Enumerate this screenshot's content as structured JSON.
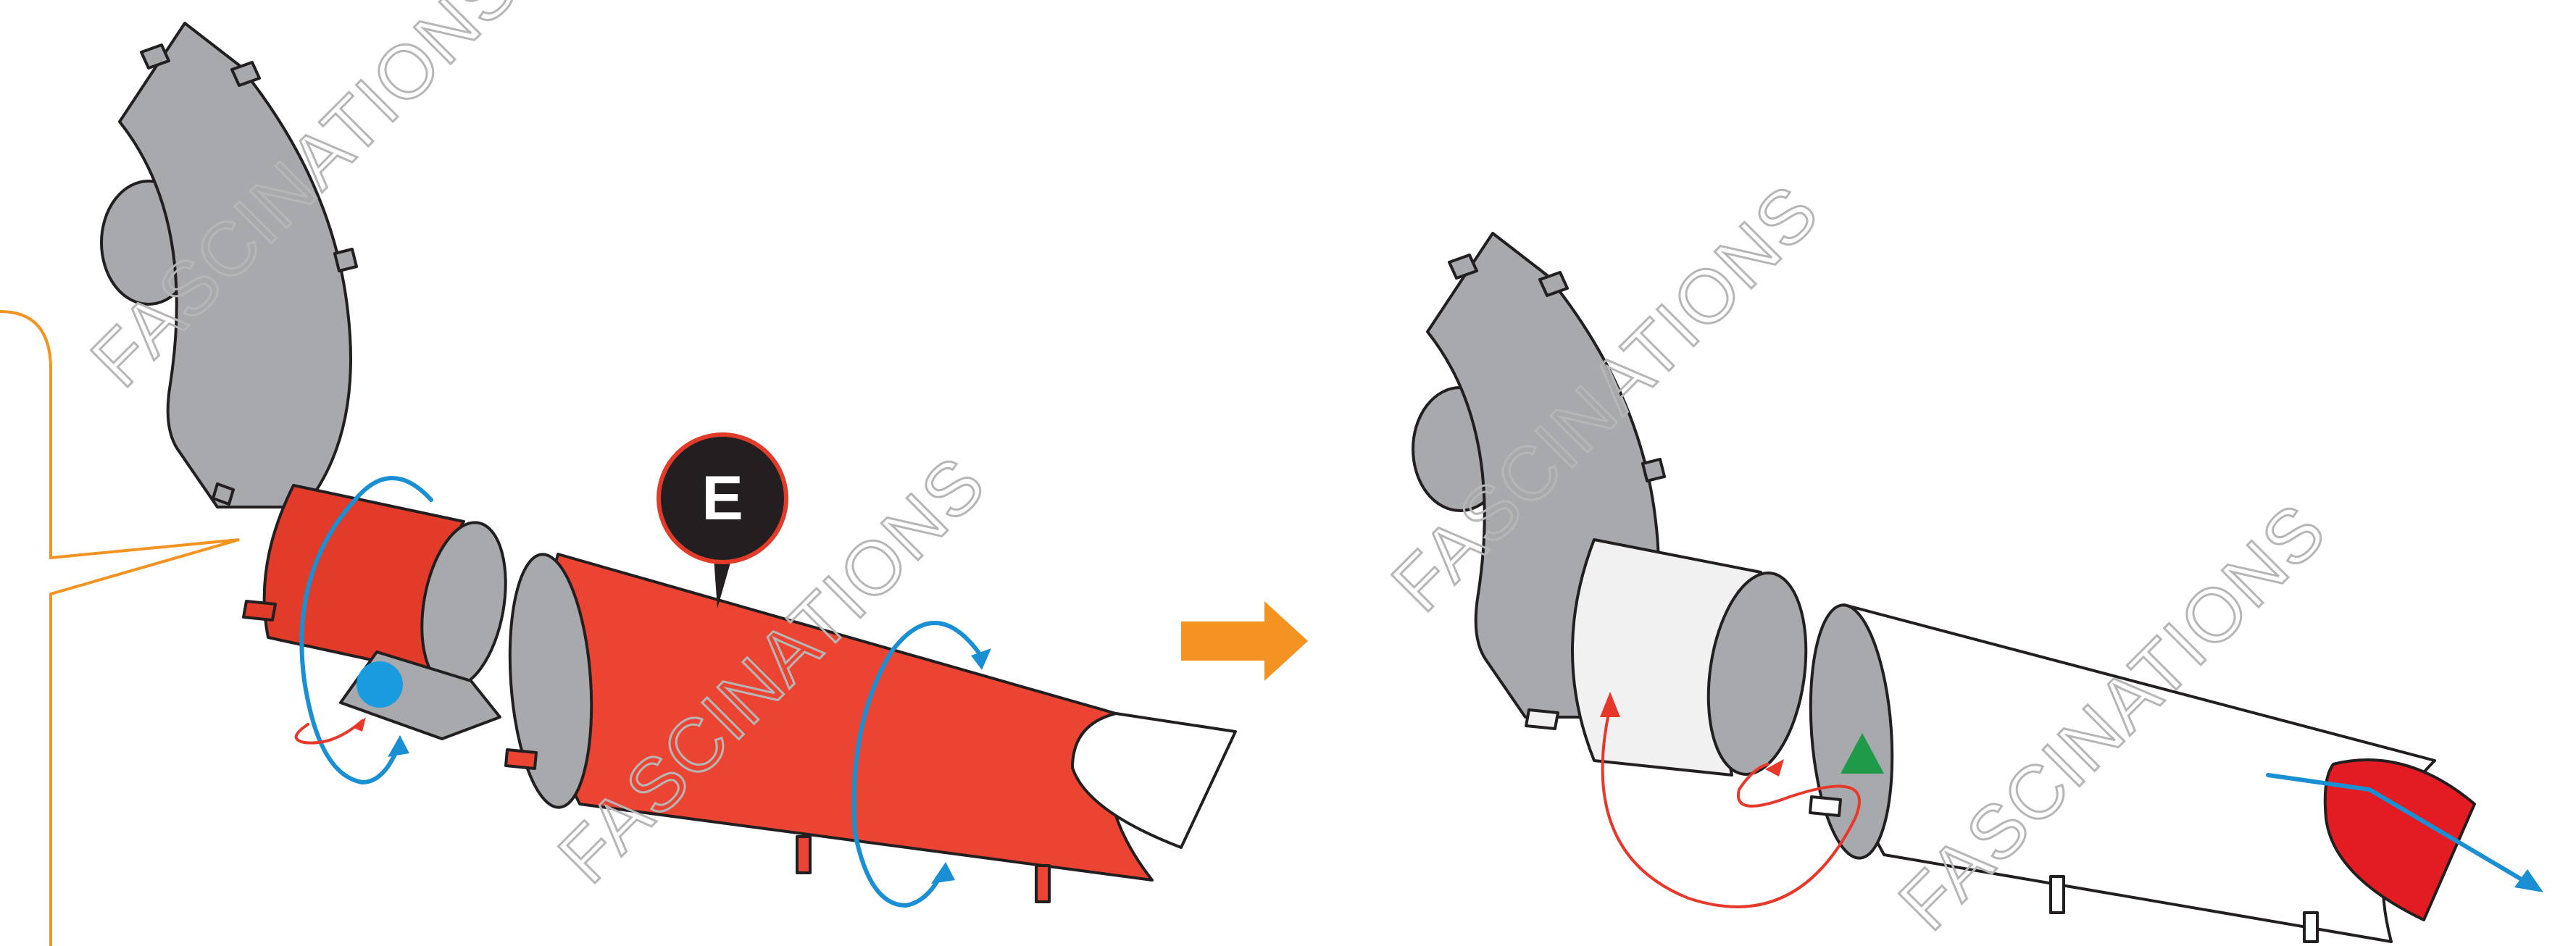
{
  "badge": {
    "letter": "E"
  },
  "watermarks": [
    "FASCINATIONS",
    "FASCINATIONS",
    "FASCINATIONS",
    "FASCINATIONS"
  ],
  "colors": {
    "part_grey": "#a7a9ac",
    "part_red": "#e23b2a",
    "arrow_blue": "#1a8fd4",
    "arrow_red": "#e6392b",
    "arrow_orange": "#f39321",
    "marker_green": "#1f9a48",
    "badge_fill": "#231f20",
    "callout_line": "#f39321"
  },
  "icons": {
    "step_arrow": "orange-right-arrow-icon",
    "blue_dot": "blue-circle-marker-icon",
    "green_triangle": "green-triangle-marker-icon"
  }
}
